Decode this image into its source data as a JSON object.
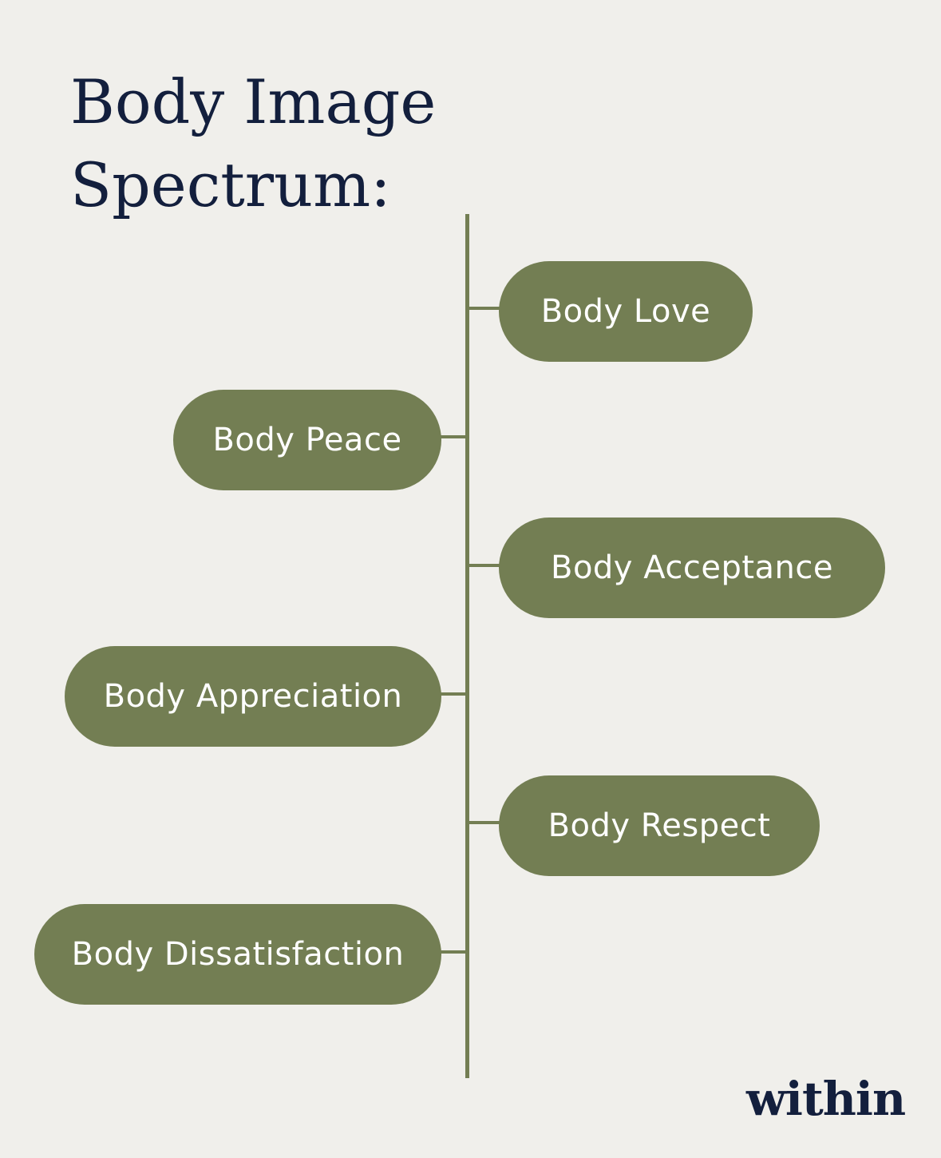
{
  "title": {
    "line1": "Body Image",
    "line2": "Spectrum:"
  },
  "spectrum": {
    "items": [
      {
        "label": "Body Love"
      },
      {
        "label": "Body Peace"
      },
      {
        "label": "Body Acceptance"
      },
      {
        "label": "Body Appreciation"
      },
      {
        "label": "Body Respect"
      },
      {
        "label": "Body Dissatisfaction"
      }
    ]
  },
  "brand": {
    "name": "within"
  },
  "colors": {
    "background": "#f0efeb",
    "accent": "#737e53",
    "text_dark": "#131f3d",
    "pill_text": "#ffffff"
  }
}
